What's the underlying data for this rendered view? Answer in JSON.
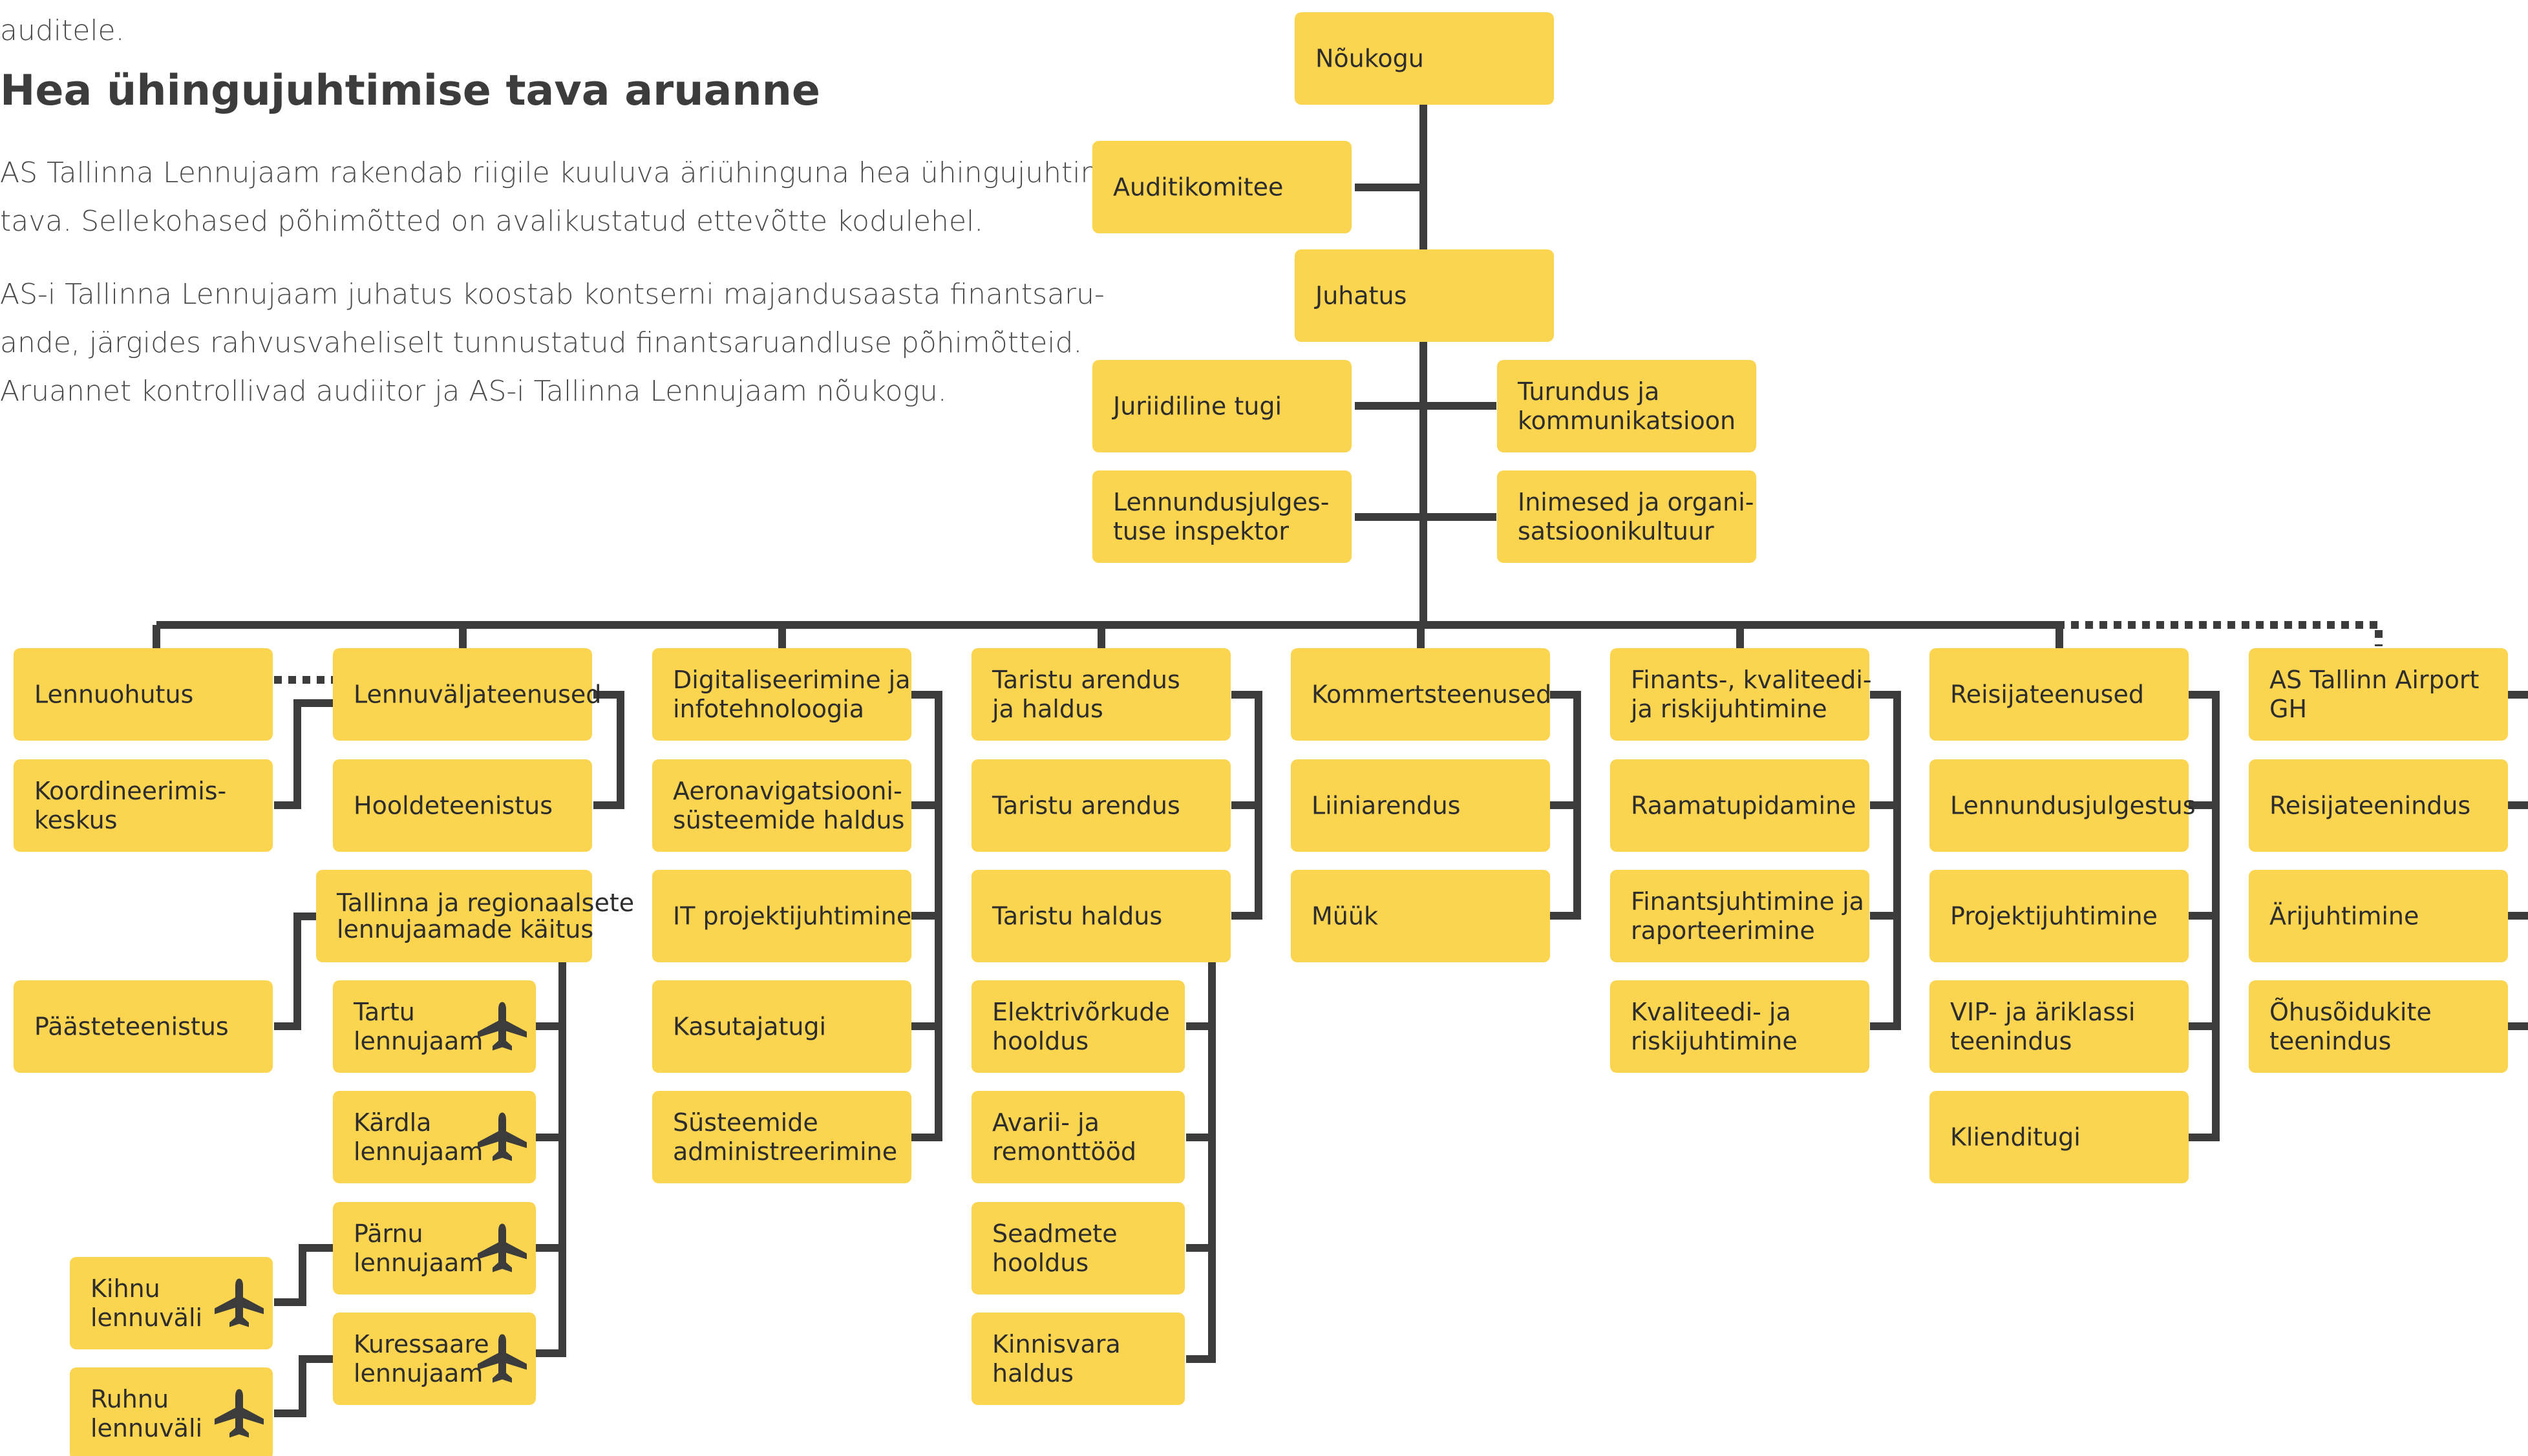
{
  "text": {
    "line0": "auditele.",
    "heading": "Hea ühingujuhtimise tava aruanne",
    "p1": [
      "AS Tallinna Lennujaam rakendab riigile kuuluva äriühinguna hea ühingujuhtimise",
      "tava. Sellekohased põhimõtted on avalikustatud ettevõtte kodulehel."
    ],
    "p2": [
      "AS-i Tallinna Lennujaam juhatus koostab kontserni majandusaasta finantsaru-",
      "ande, järgides rahvusvaheliselt tunnustatud finantsaruandluse põhimõtteid.",
      "Aruannet kontrollivad audiitor ja AS-i Tallinna Lennujaam nõukogu."
    ]
  },
  "org": {
    "top": {
      "noukogu": [
        "Nõukogu"
      ],
      "auditikomitee": [
        "Auditikomitee"
      ],
      "juhatus": [
        "Juhatus"
      ],
      "juriidiline": [
        "Juriidiline tugi"
      ],
      "turundus": [
        "Turundus ja",
        "kommunikatsioon"
      ],
      "inspektor": [
        "Lennundusjulges-",
        "tuse inspektor"
      ],
      "inimesed": [
        "Inimesed ja organi-",
        "satsioonikultuur"
      ]
    },
    "lennuohutus": [
      "Lennuohutus"
    ],
    "koordineerimis": [
      "Koordineerimis-",
      "keskus"
    ],
    "paastee": [
      "Päästeteenistus"
    ],
    "kihnu": [
      "Kihnu",
      "lennuväli"
    ],
    "ruhnu": [
      "Ruhnu",
      "lennuväli"
    ],
    "lennuvali": {
      "head": [
        "Lennuväljateenused"
      ],
      "hoolde": [
        "Hooldeteenistus"
      ],
      "kaitus": [
        "Tallinna ja regionaalsete",
        "lennujaamade käitus"
      ],
      "tartu": [
        "Tartu",
        "lennujaam"
      ],
      "kardla": [
        "Kärdla",
        "lennujaam"
      ],
      "parnu": [
        "Pärnu",
        "lennujaam"
      ],
      "kuressaare": [
        "Kuressaare",
        "lennujaam"
      ]
    },
    "digi": {
      "head": [
        "Digitaliseerimine ja",
        "infotehnoloogia"
      ],
      "items": [
        [
          "Aeronavigatsiooni-",
          "süsteemide haldus"
        ],
        [
          "IT projektijuhtimine"
        ],
        [
          "Kasutajatugi"
        ],
        [
          "Süsteemide",
          "administreerimine"
        ]
      ]
    },
    "taristu": {
      "head": [
        "Taristu arendus",
        "ja haldus"
      ],
      "items": [
        [
          "Taristu arendus"
        ],
        [
          "Taristu haldus"
        ]
      ],
      "sub": [
        [
          "Elektrivõrkude",
          "hooldus"
        ],
        [
          "Avarii- ja",
          "remonttööd"
        ],
        [
          "Seadmete",
          "hooldus"
        ],
        [
          "Kinnisvara",
          "haldus"
        ]
      ]
    },
    "kommerts": {
      "head": [
        "Kommertsteenused"
      ],
      "items": [
        [
          "Liiniarendus"
        ],
        [
          "Müük"
        ]
      ]
    },
    "finants": {
      "head": [
        "Finants-, kvaliteedi-",
        "ja riskijuhtimine"
      ],
      "items": [
        [
          "Raamatupidamine"
        ],
        [
          "Finantsjuhtimine ja",
          "raporteerimine"
        ],
        [
          "Kvaliteedi- ja",
          "riskijuhtimine"
        ]
      ]
    },
    "reisija": {
      "head": [
        "Reisijateenused"
      ],
      "items": [
        [
          "Lennundusjulgestus"
        ],
        [
          "Projektijuhtimine"
        ],
        [
          "VIP- ja äriklassi",
          "teenindus"
        ],
        [
          "Klienditugi"
        ]
      ]
    },
    "gh": {
      "head": [
        "AS Tallinn Airport",
        "GH"
      ],
      "items": [
        [
          "Reisijateenindus"
        ],
        [
          "Ärijuhtimine"
        ],
        [
          "Õhusõidukite",
          "teenindus"
        ]
      ]
    }
  },
  "colors": {
    "box": "#fbd550",
    "line": "#3c3c3c",
    "text": "#2d2d2d",
    "body": "#4a4a4a"
  },
  "icons": {
    "airport": "airplane-icon"
  }
}
